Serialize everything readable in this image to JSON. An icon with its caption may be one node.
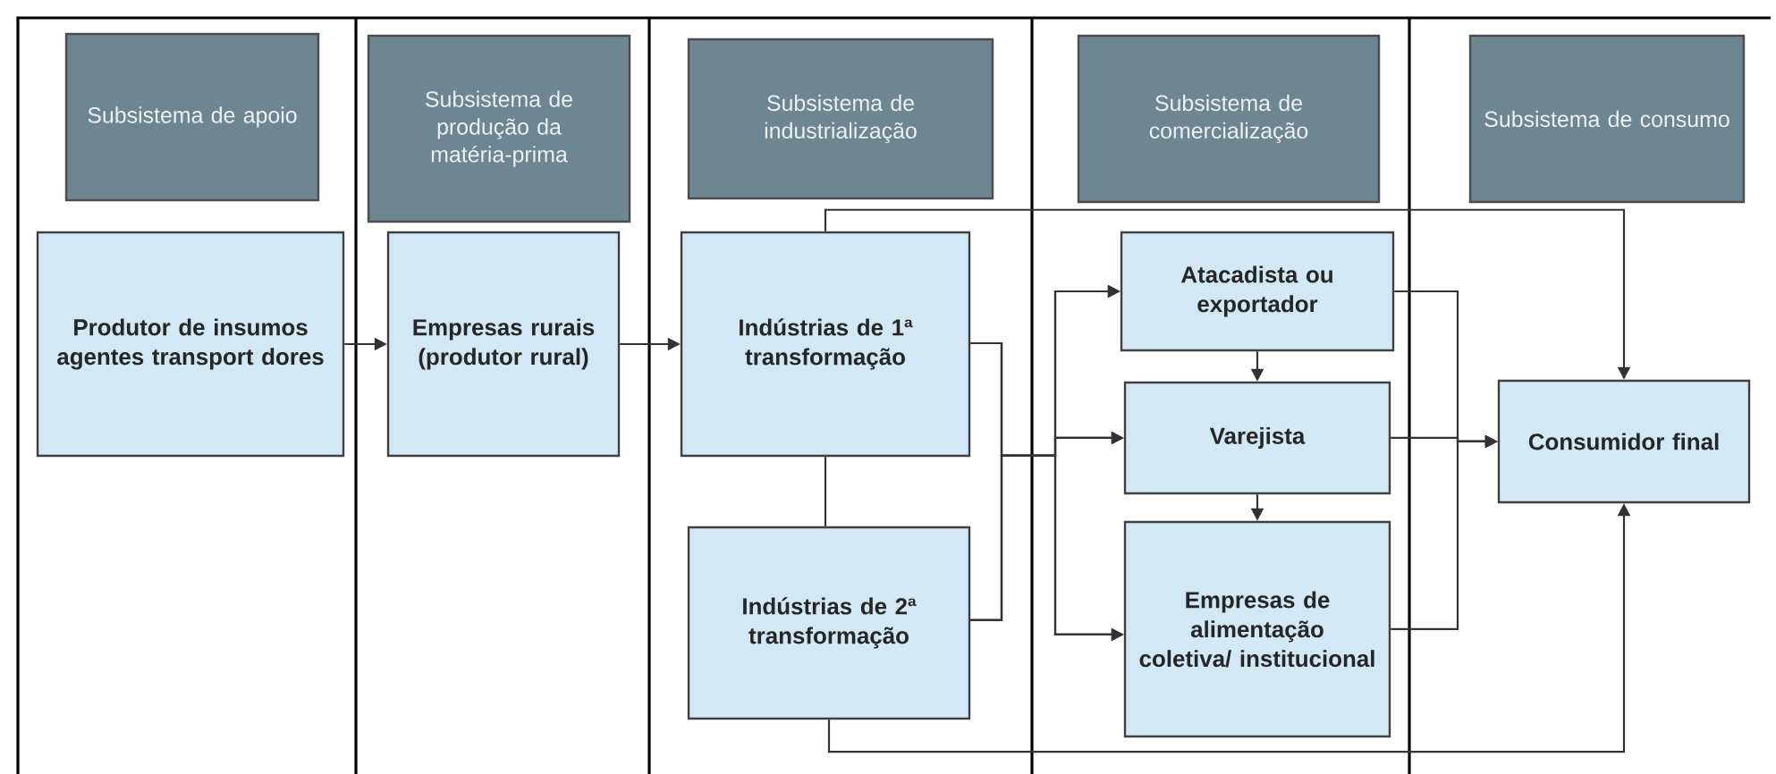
{
  "diagram": {
    "nodes": [
      {
        "text": [
          "Subsistema de apoio"
        ]
      },
      {
        "text": [
          "Subsistema de produção da matéria-prima"
        ]
      },
      {
        "text": [
          "Subsistema de industrialização"
        ]
      },
      {
        "text": [
          "Subsistema de comercialização"
        ]
      },
      {
        "text": [
          "Subsistema de consumo"
        ]
      },
      {
        "text": [
          "Produtor de insumos agentes transport dores"
        ]
      },
      {
        "text": [
          "Empresas rurais (produtor rural)"
        ]
      },
      {
        "text": [
          "Indústrias de 1ª transformação"
        ]
      },
      {
        "text": [
          "Indústrias de 2ª transformação"
        ]
      },
      {
        "text": [
          "Atacadista ou exportador"
        ]
      },
      {
        "text": [
          "Varejista"
        ]
      },
      {
        "text": [
          "Empresas de alimentação coletiva/ institucional"
        ]
      },
      {
        "text": [
          "Consumidor final"
        ]
      }
    ],
    "edges": [
      {
        "from": 5,
        "to": 6,
        "arrow": "to"
      },
      {
        "from": 6,
        "to": 7,
        "arrow": "to"
      },
      {
        "from": 7,
        "to": 8,
        "arrow": "none"
      },
      {
        "from": 7,
        "to": 9,
        "arrow": "to"
      },
      {
        "from": 7,
        "to": 10,
        "arrow": "to"
      },
      {
        "from": 7,
        "to": 11,
        "arrow": "to"
      },
      {
        "from": 8,
        "to": 9,
        "arrow": "to"
      },
      {
        "from": 8,
        "to": 10,
        "arrow": "to"
      },
      {
        "from": 8,
        "to": 11,
        "arrow": "to"
      },
      {
        "from": 9,
        "to": 10,
        "arrow": "to"
      },
      {
        "from": 10,
        "to": 11,
        "arrow": "to"
      },
      {
        "from": 9,
        "to": 12,
        "arrow": "to"
      },
      {
        "from": 10,
        "to": 12,
        "arrow": "to"
      },
      {
        "from": 11,
        "to": 12,
        "arrow": "to"
      },
      {
        "from": 7,
        "to": 12,
        "arrow": "to"
      },
      {
        "from": 8,
        "to": 12,
        "arrow": "to"
      }
    ]
  }
}
